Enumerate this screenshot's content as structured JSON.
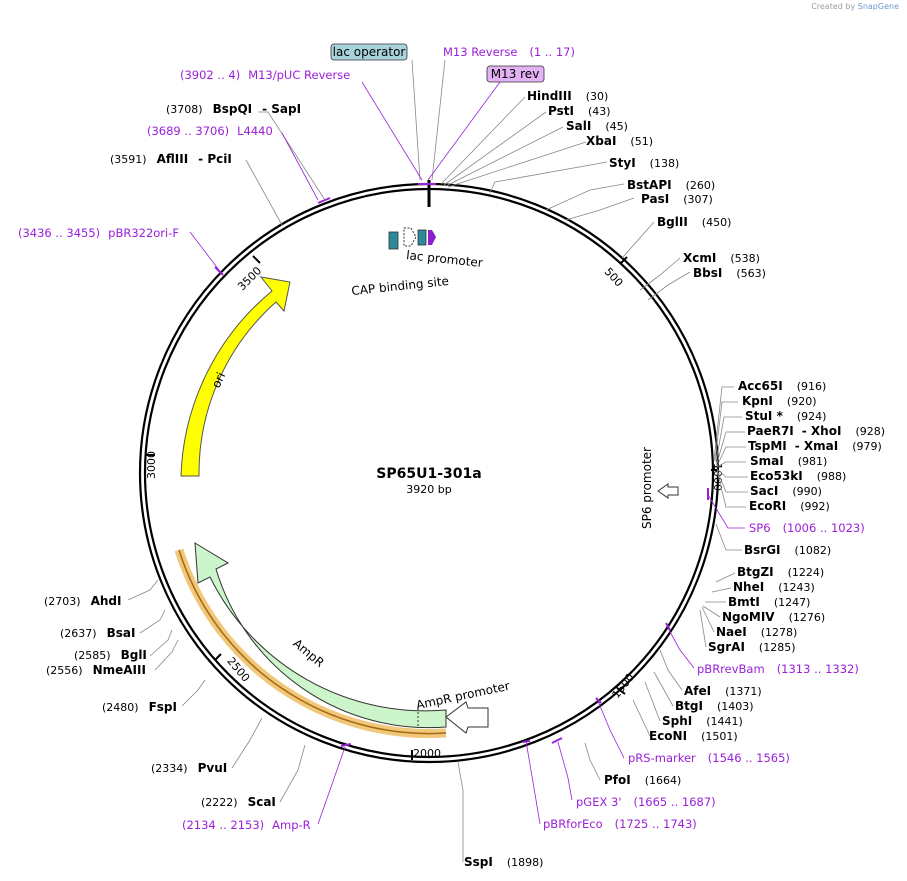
{
  "credit": {
    "prefix": "Created by",
    "brand": "SnapGene"
  },
  "plasmid": {
    "name": "SP65U1-301a",
    "length": "3920 bp"
  },
  "ticks": [
    "500",
    "1000",
    "1500",
    "2000",
    "2500",
    "3000",
    "3500"
  ],
  "features": {
    "ori": "ori",
    "ampr": "AmpR",
    "ampr_promoter": "AmpR promoter",
    "sp6_promoter": "SP6 promoter",
    "lac_promoter": "lac promoter",
    "cap_site": "CAP binding site"
  },
  "boxed": {
    "lac_operator": "lac operator",
    "m13_rev": "M13 rev"
  },
  "primers": {
    "m13rev_right": {
      "name": "M13 Reverse",
      "range": "(1 .. 17)"
    },
    "m13puc": {
      "name": "M13/pUC Reverse",
      "range": "(3902 .. 4)"
    },
    "l4440": {
      "name": "L4440",
      "range": "(3689 .. 3706)"
    },
    "pbr322ori": {
      "name": "pBR322ori-F",
      "range": "(3436 .. 3455)"
    },
    "sp6": {
      "name": "SP6",
      "range": "(1006 .. 1023)"
    },
    "pbrrevbam": {
      "name": "pBRrevBam",
      "range": "(1313 .. 1332)"
    },
    "prsmarker": {
      "name": "pRS-marker",
      "range": "(1546 .. 1565)"
    },
    "pgex3": {
      "name": "pGEX 3'",
      "range": "(1665 .. 1687)"
    },
    "pbrforeco": {
      "name": "pBRforEco",
      "range": "(1725 .. 1743)"
    },
    "ampr_primer": {
      "name": "Amp-R",
      "range": "(2134 .. 2153)"
    }
  },
  "sites": {
    "hindiii": {
      "name": "HindIII",
      "pos": "(30)"
    },
    "psti": {
      "name": "PstI",
      "pos": "(43)"
    },
    "sali": {
      "name": "SalI",
      "pos": "(45)"
    },
    "xbai": {
      "name": "XbaI",
      "pos": "(51)"
    },
    "styi": {
      "name": "StyI",
      "pos": "(138)"
    },
    "bstapi": {
      "name": "BstAPI",
      "pos": "(260)"
    },
    "pasi": {
      "name": "PasI",
      "pos": "(307)"
    },
    "bglii": {
      "name": "BglII",
      "pos": "(450)"
    },
    "xcmi": {
      "name": "XcmI",
      "pos": "(538)"
    },
    "bbsi": {
      "name": "BbsI",
      "pos": "(563)"
    },
    "acc65i": {
      "name": "Acc65I",
      "pos": "(916)"
    },
    "kpni": {
      "name": "KpnI",
      "pos": "(920)"
    },
    "stui": {
      "name": "StuI *",
      "pos": "(924)"
    },
    "paer7i": {
      "name": "PaeR7I",
      "name2": "- XhoI",
      "pos": "(928)"
    },
    "tspmi": {
      "name": "TspMI",
      "name2": "- XmaI",
      "pos": "(979)"
    },
    "smai": {
      "name": "SmaI",
      "pos": "(981)"
    },
    "eco53ki": {
      "name": "Eco53kI",
      "pos": "(988)"
    },
    "saci": {
      "name": "SacI",
      "pos": "(990)"
    },
    "ecori": {
      "name": "EcoRI",
      "pos": "(992)"
    },
    "bsrgi": {
      "name": "BsrGI",
      "pos": "(1082)"
    },
    "btgzi": {
      "name": "BtgZI",
      "pos": "(1224)"
    },
    "nhei": {
      "name": "NheI",
      "pos": "(1243)"
    },
    "bmti": {
      "name": "BmtI",
      "pos": "(1247)"
    },
    "ngomiv": {
      "name": "NgoMIV",
      "pos": "(1276)"
    },
    "naei": {
      "name": "NaeI",
      "pos": "(1278)"
    },
    "sgrai": {
      "name": "SgrAI",
      "pos": "(1285)"
    },
    "afei": {
      "name": "AfeI",
      "pos": "(1371)"
    },
    "btgi": {
      "name": "BtgI",
      "pos": "(1403)"
    },
    "sphi": {
      "name": "SphI",
      "pos": "(1441)"
    },
    "econi": {
      "name": "EcoNI",
      "pos": "(1501)"
    },
    "pfoi": {
      "name": "PfoI",
      "pos": "(1664)"
    },
    "sspi": {
      "name": "SspI",
      "pos": "(1898)"
    },
    "bspqi": {
      "name": "BspQI",
      "name2": "- SapI",
      "pos": "(3708)"
    },
    "aflIII": {
      "name": "AflIII",
      "name2": "- PciI",
      "pos": "(3591)"
    },
    "ahdi": {
      "name": "AhdI",
      "pos": "(2703)"
    },
    "bsai": {
      "name": "BsaI",
      "pos": "(2637)"
    },
    "bgli": {
      "name": "BglI",
      "pos": "(2585)"
    },
    "nmeaiii": {
      "name": "NmeAIII",
      "pos": "(2556)"
    },
    "fspi": {
      "name": "FspI",
      "pos": "(2480)"
    },
    "pvui": {
      "name": "PvuI",
      "pos": "(2334)"
    },
    "scai": {
      "name": "ScaI",
      "pos": "(2222)"
    }
  },
  "colors": {
    "ori": "#ffff00",
    "ampr": "#ccf5cc",
    "primer": "#9b20d9",
    "lac_operator_box": "#a8d3dc",
    "m13_rev_box": "#e3b2f5",
    "cap": "#2c8a9a"
  }
}
